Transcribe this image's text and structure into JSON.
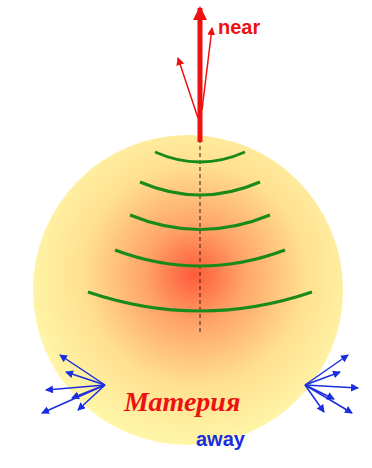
{
  "diagram": {
    "labels": [
      "near",
      "Материя",
      "away"
    ]
  }
}
